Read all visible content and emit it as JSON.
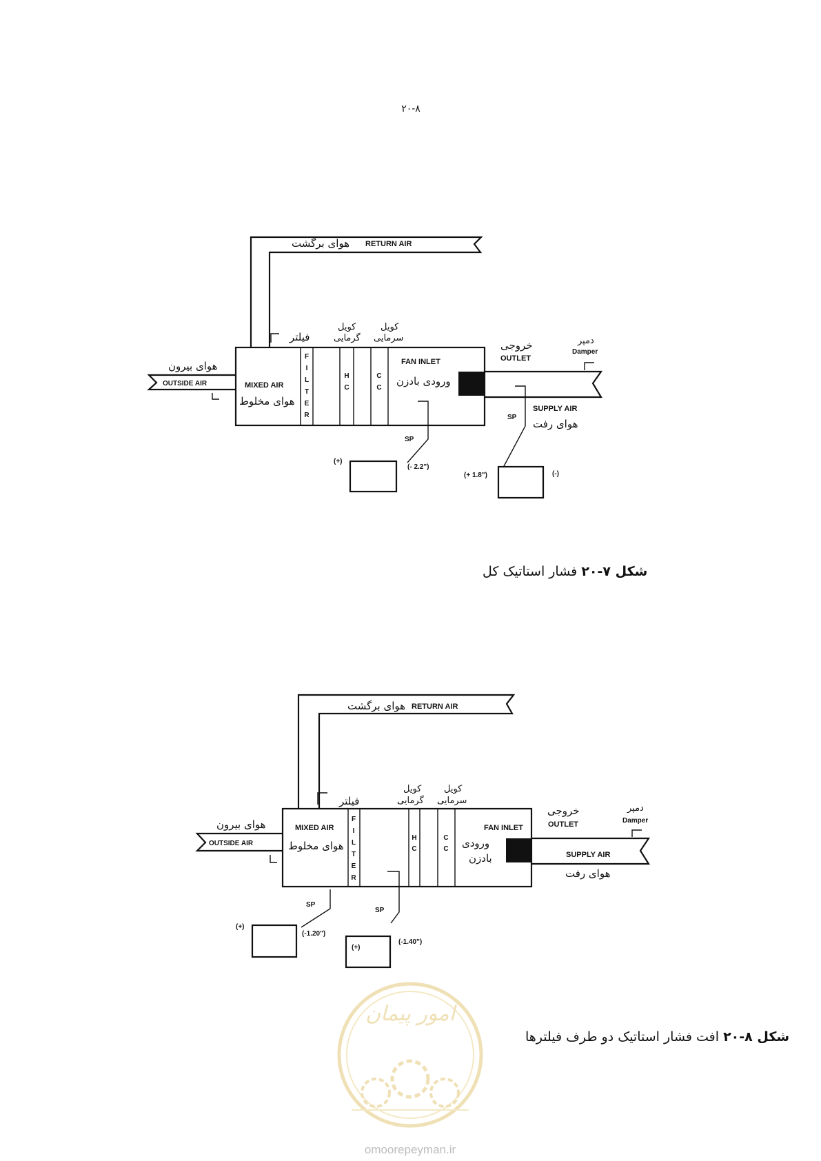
{
  "page_number": "۲۰-۸",
  "watermark": {
    "text": "omoorepeyman.ir",
    "logo_text": "امور پیمان"
  },
  "fig1": {
    "caption_bold": "شکل ۷-۲۰",
    "caption_text": " فشار استاتیک کل",
    "return_air_fa": "هوای برگشت",
    "return_air_en": "RETURN AIR",
    "outside_air_fa": "هوای بیرون",
    "outside_air_en": "OUTSIDE   AIR",
    "mixed_air_en": "MIXED AIR",
    "mixed_air_fa": "هوای مخلوط",
    "filter_fa": "فیلتر",
    "filter_letters": [
      "F",
      "I",
      "L",
      "T",
      "E",
      "R"
    ],
    "heating_coil_fa_1": "کویل",
    "heating_coil_fa_2": "گرمایی",
    "cooling_coil_fa_1": "کویل",
    "cooling_coil_fa_2": "سرمایی",
    "hc_letters": [
      "H",
      "C"
    ],
    "cc_letters": [
      "C",
      "C"
    ],
    "fan_inlet_en": "FAN INLET",
    "fan_inlet_fa": "ورودی بادزن",
    "outlet_fa": "خروجی",
    "outlet_en": "OUTLET",
    "damper_fa": "دمپر",
    "damper_en": "Damper",
    "supply_air_en": "SUPPLY AIR",
    "supply_air_fa": "هوای رفت",
    "sp_label": "SP",
    "gauge1_plus": "(+)",
    "gauge1_reading": "(- 2.2\")",
    "gauge2_reading": "(+ 1.8\")",
    "gauge2_minus": "(-)"
  },
  "fig2": {
    "caption_bold": "شکل ۸-۲۰",
    "caption_text": " افت فشار استاتیک دو طرف فیلترها",
    "return_air_fa": "هوای برگشت",
    "return_air_en": "RETURN AIR",
    "outside_air_fa": "هوای بیرون",
    "outside_air_en": "OUTSIDE   AIR",
    "mixed_air_en": "MIXED AIR",
    "mixed_air_fa": "هوای مخلوط",
    "filter_fa": "فیلتر",
    "filter_letters": [
      "F",
      "I",
      "L",
      "T",
      "E",
      "R"
    ],
    "heating_coil_fa_1": "کویل",
    "heating_coil_fa_2": "گرمایی",
    "cooling_coil_fa_1": "کویل",
    "cooling_coil_fa_2": "سرمایی",
    "hc_letters": [
      "H",
      "C"
    ],
    "cc_letters": [
      "C",
      "C"
    ],
    "fan_inlet_en": "FAN INLET",
    "fan_inlet_fa_1": "ورودی",
    "fan_inlet_fa_2": "بادزن",
    "outlet_fa": "خروجی",
    "outlet_en": "OUTLET",
    "damper_fa": "دمپر",
    "damper_en": "Damper",
    "supply_air_en": "SUPPLY AIR",
    "supply_air_fa": "هوای رفت",
    "sp_label": "SP",
    "gauge1_plus": "(+)",
    "gauge1_reading": "(-1.20\")",
    "gauge2_plus": "(+)",
    "gauge2_reading": "(-1.40\")"
  }
}
